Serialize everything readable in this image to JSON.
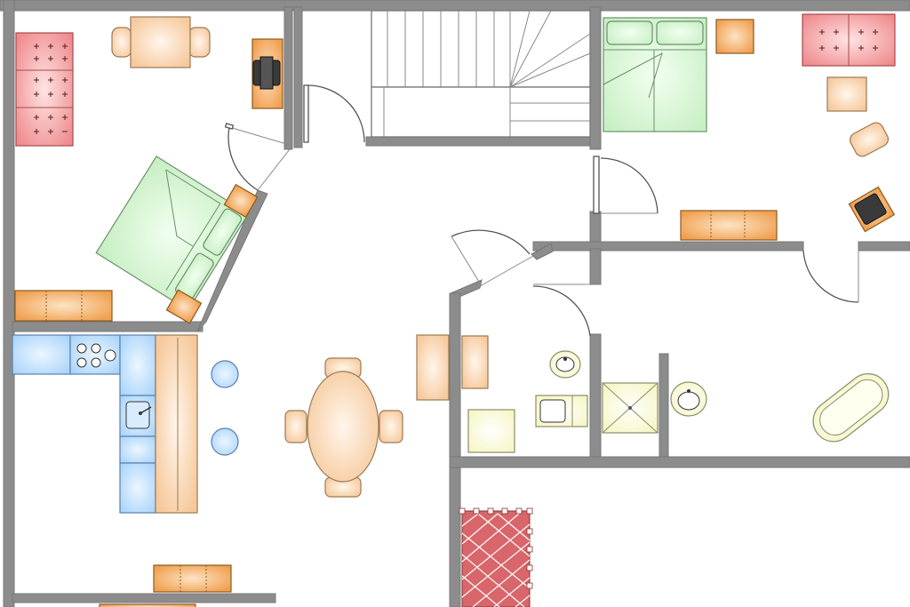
{
  "plan": {
    "rooms": [
      {
        "id": "bedroom-1"
      },
      {
        "id": "bedroom-2"
      },
      {
        "id": "living-dining"
      },
      {
        "id": "kitchen"
      },
      {
        "id": "bathroom-1"
      },
      {
        "id": "bathroom-2"
      },
      {
        "id": "staircase"
      },
      {
        "id": "fireplace-room"
      }
    ],
    "colors": {
      "wall": "#8c8c8c",
      "bed": "#c8efc4",
      "wood": "#f6c99c",
      "wood_dark": "#f0a050",
      "sofa": "#ee8a8c",
      "kitchen": "#a9d4fa",
      "sanitary": "#fbfbd2",
      "fireplace": "#d9666a"
    },
    "icons": [
      "door-swing-icon",
      "double-bed-icon",
      "sofa-icon",
      "armchair-icon",
      "desk-icon",
      "telephone-icon",
      "dining-table-icon",
      "stove-icon",
      "sink-icon",
      "toilet-icon",
      "shower-icon",
      "bathtub-icon",
      "washbasin-icon",
      "bar-stool-icon",
      "fireplace-icon",
      "staircase-icon"
    ]
  }
}
